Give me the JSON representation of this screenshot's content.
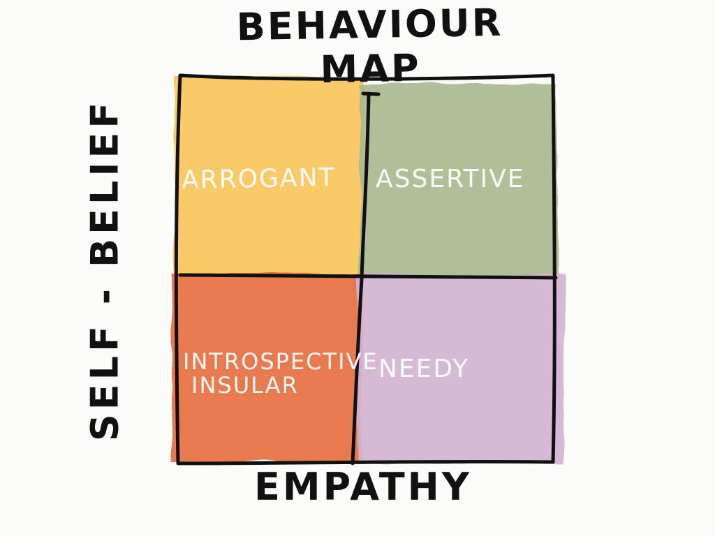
{
  "title": "BEHAVIOUR MAP",
  "x_axis_label": "EMPATHY",
  "y_axis_label": "SELF - BELIEF",
  "quadrants": {
    "top_left": {
      "label": "ARROGANT",
      "color": "#fbc55b"
    },
    "top_right": {
      "label": "ASSERTIVE",
      "color": "#a9ba8e"
    },
    "bottom_left": {
      "label_line1": "INTROSPECTIVE",
      "label_line2": "INSULAR",
      "color": "#e56f3f"
    },
    "bottom_right": {
      "label": "NEEDY",
      "color": "#d2b4d2"
    }
  },
  "colors": {
    "ink": "#111111",
    "label_text": "#ffffff",
    "background": "#fbfbfa"
  }
}
